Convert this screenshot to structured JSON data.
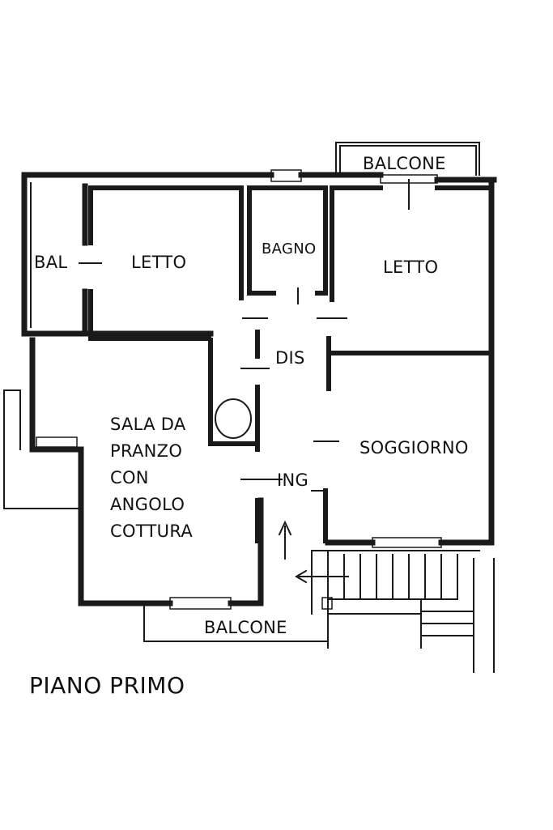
{
  "plan": {
    "title": "PIANO PRIMO",
    "rooms": {
      "bal": "BAL",
      "letto_left": "LETTO",
      "bagno": "BAGNO",
      "balcone_top": "BALCONE",
      "letto_right": "LETTO",
      "dis": "DIS",
      "sala_lines": [
        "SALA DA",
        "PRANZO",
        "CON",
        "ANGOLO",
        "COTTURA"
      ],
      "soggiorno": "SOGGIORNO",
      "ing": "ING",
      "balcone_bottom": "BALCONE"
    }
  }
}
